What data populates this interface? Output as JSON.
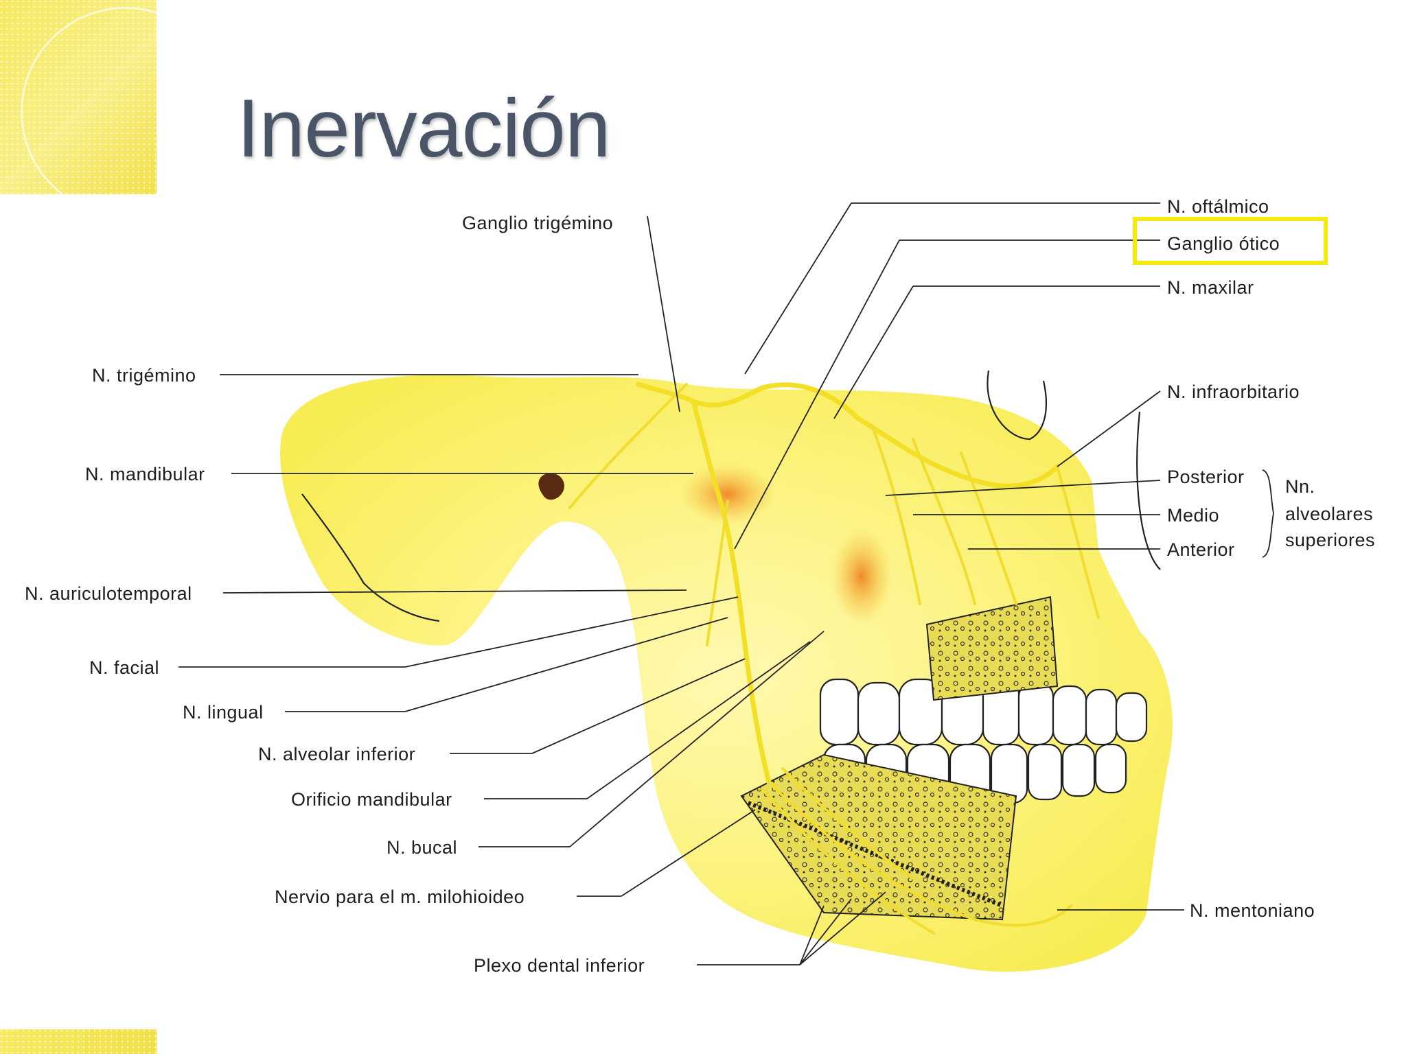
{
  "slide": {
    "title": "Inervación"
  },
  "labels": {
    "ganglio_trigemino": "Ganglio trigémino",
    "n_oftalmico": "N. oftálmico",
    "ganglio_otico": "Ganglio ótico",
    "n_maxilar": "N. maxilar",
    "n_trigemino": "N. trigémino",
    "n_infraorbitario": "N. infraorbitario",
    "n_mandibular": "N. mandibular",
    "posterior": "Posterior",
    "medio": "Medio",
    "anterior": "Anterior",
    "nn": "Nn.",
    "alveolares": "alveolares",
    "superiores": "superiores",
    "n_auriculotemporal": "N. auriculotemporal",
    "n_facial": "N. facial",
    "n_lingual": "N. lingual",
    "n_alveolar_inferior": "N. alveolar inferior",
    "orificio_mandibular": "Orificio mandibular",
    "n_bucal": "N. bucal",
    "nervio_milohioideo": "Nervio para el m. milohioideo",
    "n_mentoniano": "N. mentoniano",
    "plexo_dental_inferior": "Plexo dental inferior"
  },
  "highlight": {
    "target": "Ganglio ótico",
    "color": "#f5ea0f"
  },
  "colors": {
    "skull_fill": "#fbf27a",
    "nerve": "#f3df25",
    "title": "#4a5668"
  }
}
